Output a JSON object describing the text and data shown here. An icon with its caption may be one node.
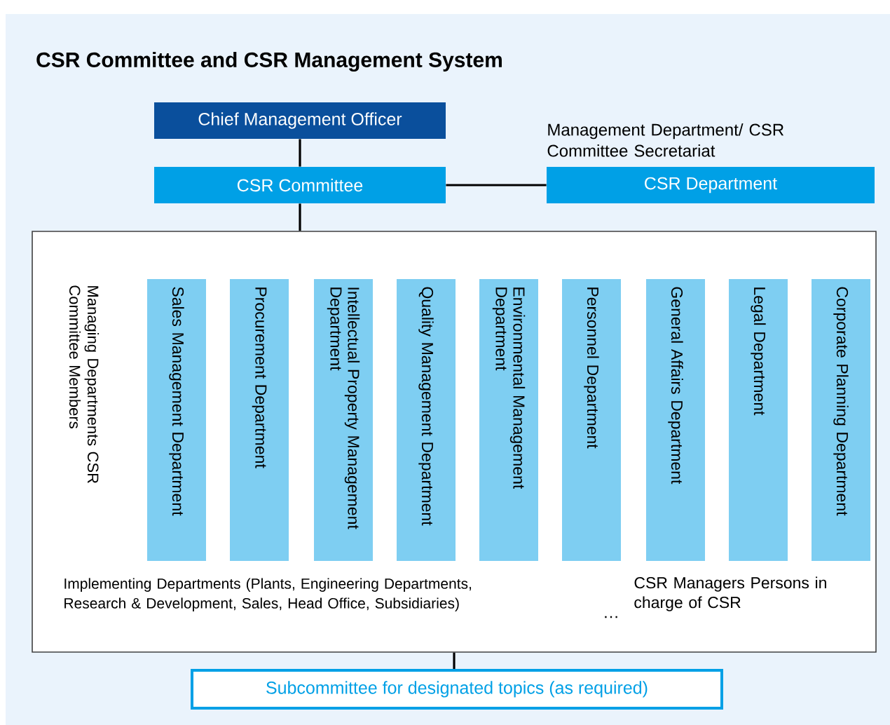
{
  "diagram": {
    "title": "CSR Committee and CSR Management System",
    "nodes": [
      {
        "text": [
          "Chief Management Officer"
        ]
      },
      {
        "text": [
          "CSR Committee"
        ]
      },
      {
        "text": [
          "CSR Department"
        ],
        "beside": [
          "Management Department/ CSR Committee Secretariat"
        ]
      },
      {
        "text": [
          "Managing Departments CSR Committee Members",
          "Implementing Departments (Plants, Engineering Departments, Research & Development, Sales, Head Office, Subsidiaries)",
          "CSR Managers Persons in charge of CSR"
        ]
      },
      {
        "text": [
          "Sales Management Department"
        ],
        "in": 3
      },
      {
        "text": [
          "Procurement Department"
        ],
        "in": 3
      },
      {
        "text": [
          "Intellectual Property Management Department"
        ],
        "in": 3
      },
      {
        "text": [
          "Quality Management Department"
        ],
        "in": 3
      },
      {
        "text": [
          "Environmental Management Department"
        ],
        "in": 3
      },
      {
        "text": [
          "Personnel Department"
        ],
        "in": 3
      },
      {
        "text": [
          "General Affairs Department"
        ],
        "in": 3
      },
      {
        "text": [
          "Legal Department"
        ],
        "in": 3
      },
      {
        "text": [
          "Corporate Planning Department"
        ],
        "in": 3
      },
      {
        "text": [
          "Subcommittee for designated topics (as required)"
        ]
      }
    ],
    "edges": [
      {
        "from": 0,
        "to": 1,
        "arrow": "none"
      },
      {
        "from": 1,
        "to": 2,
        "arrow": "none"
      },
      {
        "from": 1,
        "to": 3,
        "arrow": "none"
      },
      {
        "from": 3,
        "to": 13,
        "arrow": "none"
      }
    ],
    "labels": [
      "…"
    ]
  }
}
